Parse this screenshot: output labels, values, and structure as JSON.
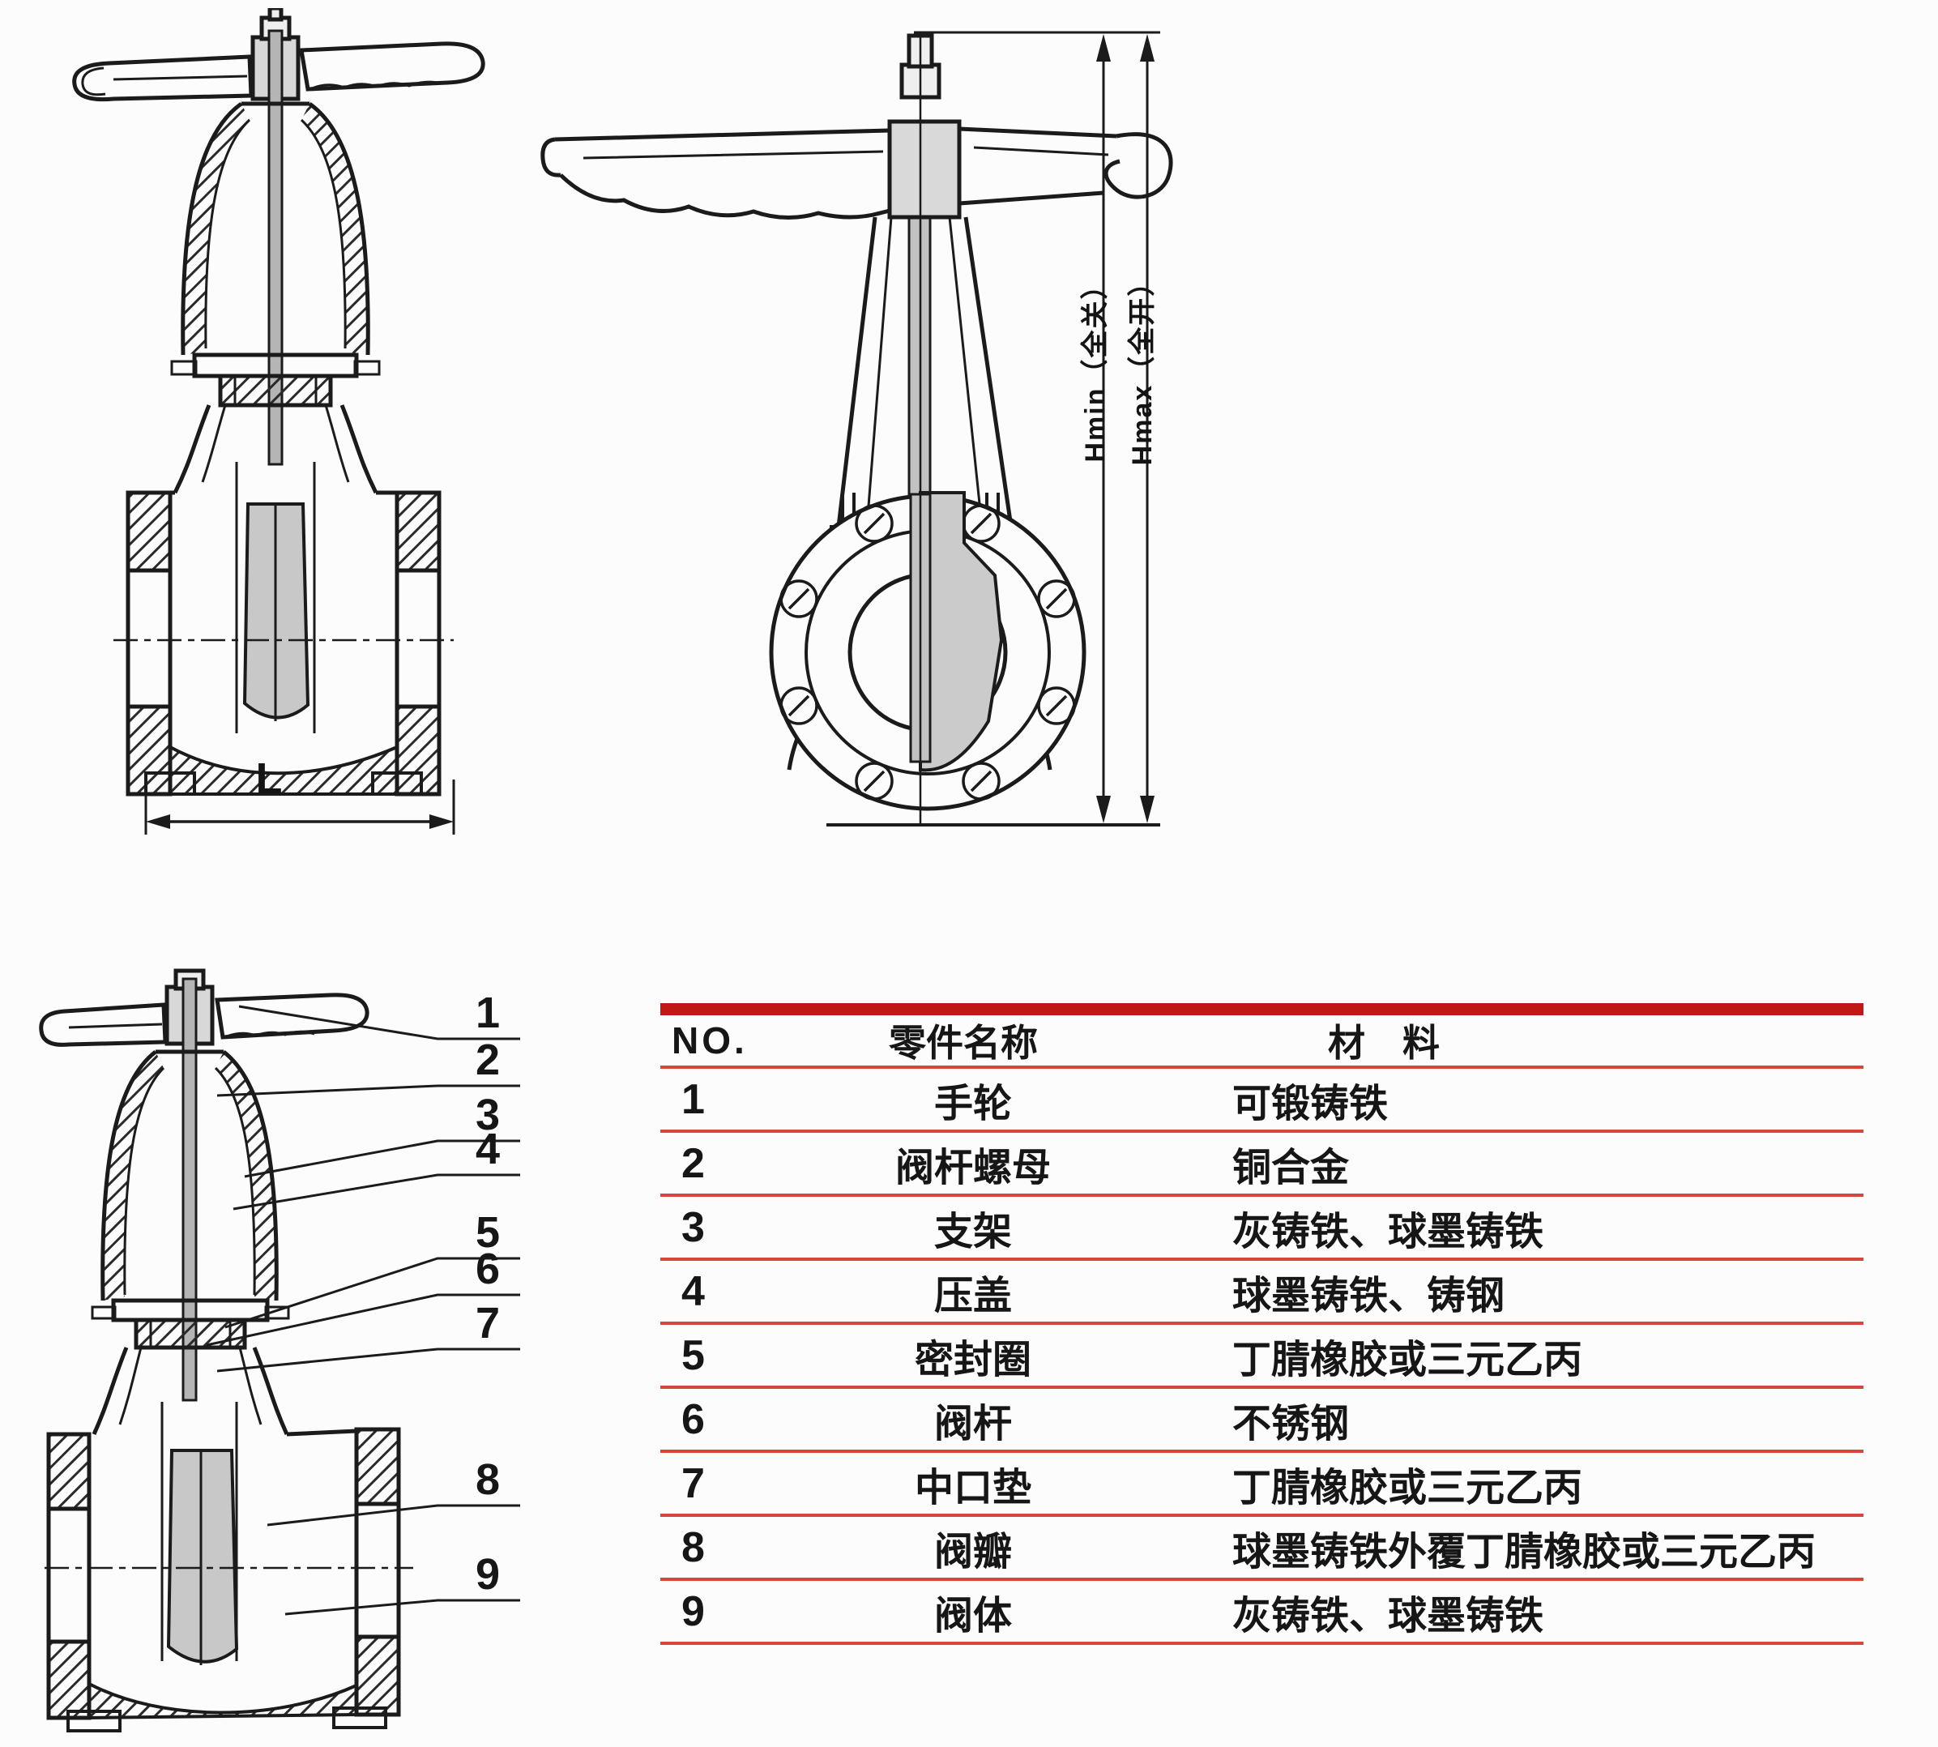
{
  "figures": {
    "side_section": {
      "dim_label": "L"
    },
    "front_view": {
      "dim_min_label": "Hmin（全关）",
      "dim_max_label": "Hmax（全开）"
    },
    "numbered_section": {
      "labels": [
        "1",
        "2",
        "3",
        "4",
        "5",
        "6",
        "7",
        "8",
        "9"
      ]
    }
  },
  "table": {
    "headers": {
      "no": "NO.",
      "name": "零件名称",
      "material": "材　料"
    },
    "rows": [
      {
        "no": "1",
        "name": "手轮",
        "material": "可锻铸铁"
      },
      {
        "no": "2",
        "name": "阀杆螺母",
        "material": "铜合金"
      },
      {
        "no": "3",
        "name": "支架",
        "material": "灰铸铁、球墨铸铁"
      },
      {
        "no": "4",
        "name": "压盖",
        "material": "球墨铸铁、铸钢"
      },
      {
        "no": "5",
        "name": "密封圈",
        "material": "丁腈橡胶或三元乙丙"
      },
      {
        "no": "6",
        "name": "阀杆",
        "material": "不锈钢"
      },
      {
        "no": "7",
        "name": "中口垫",
        "material": "丁腈橡胶或三元乙丙"
      },
      {
        "no": "8",
        "name": "阀瓣",
        "material": "球墨铸铁外覆丁腈橡胶或三元乙丙"
      },
      {
        "no": "9",
        "name": "阀体",
        "material": "灰铸铁、球墨铸铁"
      }
    ]
  },
  "colors": {
    "header_bar": "#c21717",
    "row_line": "#d6463c",
    "ink": "#1b1b1b"
  }
}
